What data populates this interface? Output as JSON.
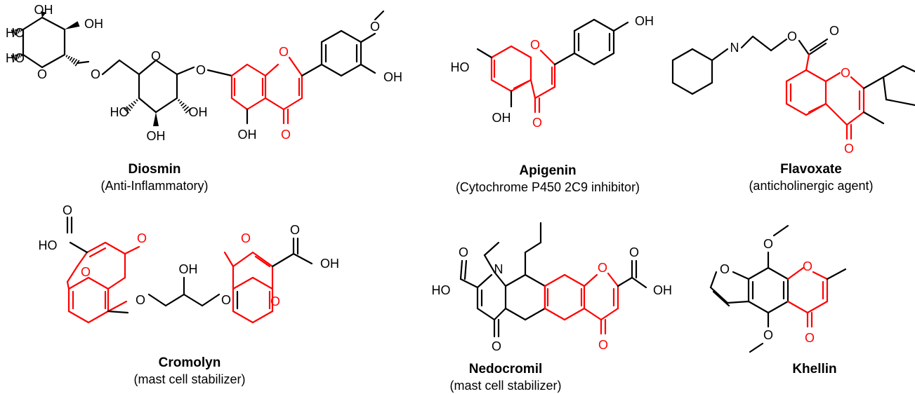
{
  "colors": {
    "bond": "#000000",
    "highlight": "#ff0000"
  },
  "atom_labels": {
    "oh": "OH",
    "ho": "HO",
    "o": "O",
    "n": "N"
  },
  "molecules": [
    {
      "id": "diosmin",
      "name": "Diosmin",
      "description": "(Anti-Inflammatory)"
    },
    {
      "id": "apigenin",
      "name": "Apigenin",
      "description": "(Cytochrome P450 2C9 inhibitor)"
    },
    {
      "id": "flavoxate",
      "name": "Flavoxate",
      "description": "(anticholinergic agent)"
    },
    {
      "id": "cromolyn",
      "name": "Cromolyn",
      "description": "(mast cell stabilizer)"
    },
    {
      "id": "nedocromil",
      "name": "Nedocromil",
      "description": "(mast cell stabilizer)"
    },
    {
      "id": "khellin",
      "name": "Khellin",
      "description": ""
    }
  ]
}
